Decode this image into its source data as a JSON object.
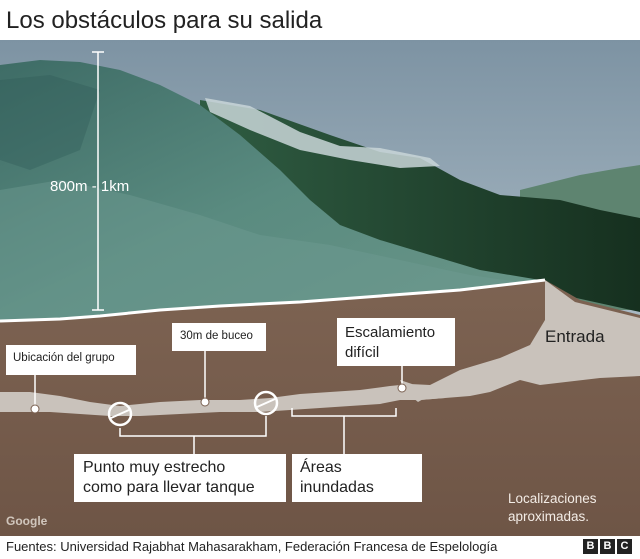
{
  "title": "Los obstáculos para su salida",
  "height_label": "800m - 1km",
  "callouts": {
    "group_location": "Ubicación del grupo",
    "dive": "30m de buceo",
    "climb_line1": "Escalamiento",
    "climb_line2": "difícil",
    "entrance": "Entrada",
    "narrow_line1": "Punto muy estrecho",
    "narrow_line2": "como para llevar tanque",
    "flooded_line1": "Áreas",
    "flooded_line2": "inundadas",
    "approx_line1": "Localizaciones",
    "approx_line2": "aproximadas."
  },
  "watermark": "Google",
  "source": "Fuentes: Universidad Rajabhat Mahasarakham, Federación Francesa de Espelología",
  "logo": [
    "B",
    "B",
    "C"
  ],
  "colors": {
    "rock": "#7a6050",
    "cave": "#c9c2bb",
    "mountain": "#4a7a6e",
    "mountain_dark": "#1e3c2a",
    "sky": "#8fa3b1",
    "text": "#222222"
  }
}
